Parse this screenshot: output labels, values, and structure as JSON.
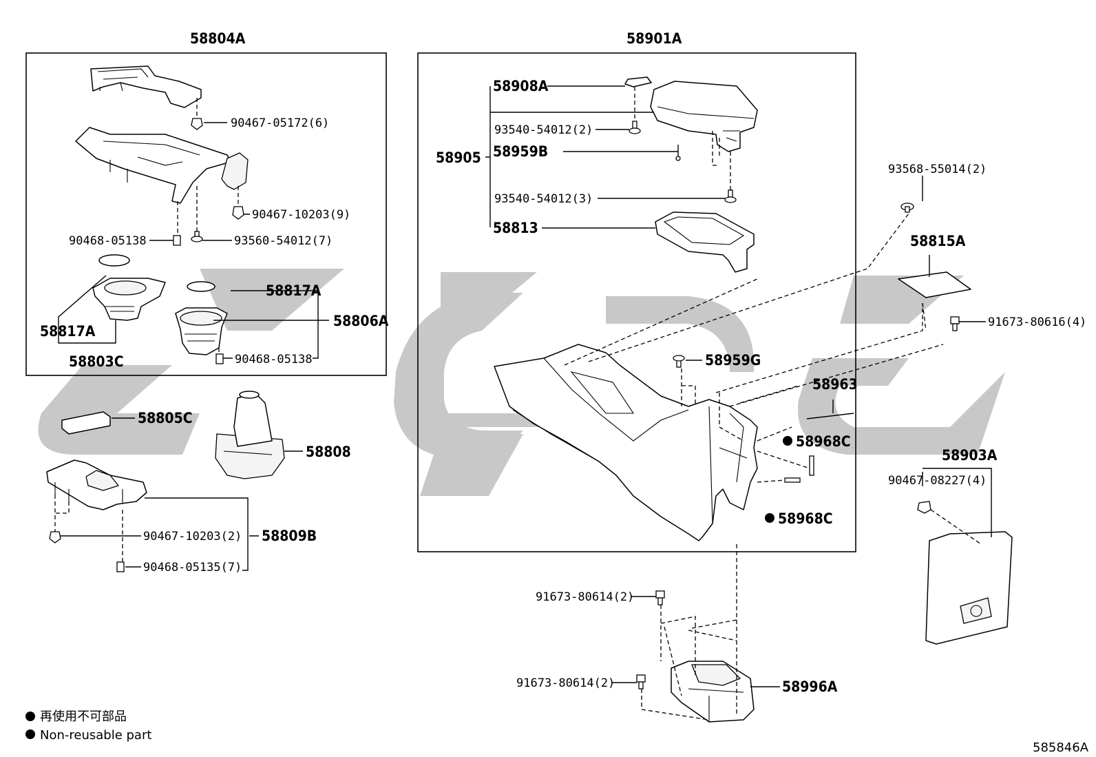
{
  "labels": {
    "p58804A": "58804A",
    "p58901A": "58901A",
    "p90467_05172": "90467-05172(6)",
    "p90467_10203_9": "90467-10203(9)",
    "p90468_05138_a": "90468-05138",
    "p93560_54012": "93560-54012(7)",
    "p58817A_a": "58817A",
    "p58817A_b": "58817A",
    "p58806A": "58806A",
    "p58803C": "58803C",
    "p90468_05138_b": "90468-05138",
    "p58805C": "58805C",
    "p58808": "58808",
    "p90467_10203_2": "90467-10203(2)",
    "p58809B": "58809B",
    "p90468_05135": "90468-05135(7)",
    "p58908A": "58908A",
    "p93540_54012_2": "93540-54012(2)",
    "p58905": "58905",
    "p58959B": "58959B",
    "p93540_54012_3": "93540-54012(3)",
    "p58813": "58813",
    "p93568_55014": "93568-55014(2)",
    "p58815A": "58815A",
    "p91673_80616": "91673-80616(4)",
    "p58959G": "58959G",
    "p58963": "58963",
    "p58968C_a": "58968C",
    "p58968C_b": "58968C",
    "p58903A": "58903A",
    "p90467_08227": "90467-08227(4)",
    "p91673_80614_a": "91673-80614(2)",
    "p91673_80614_b": "91673-80614(2)",
    "p58996A": "58996A"
  },
  "legend": {
    "ja": "再使用不可部品",
    "en": "Non-reusable part"
  },
  "figure_id": "585846A",
  "colors": {
    "line": "#000000",
    "watermark": "#c8c8c8",
    "background": "#ffffff"
  }
}
